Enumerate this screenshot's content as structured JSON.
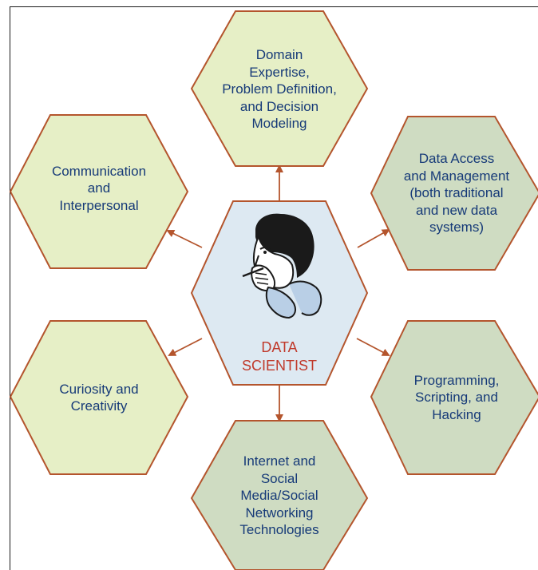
{
  "diagram": {
    "center": {
      "label": "DATA\nSCIENTIST",
      "icon": "thinking-man-icon",
      "fill": "#dde9f2",
      "label_color": "#c0392b"
    },
    "skills": [
      {
        "id": "domain",
        "label": "Domain\nExpertise,\nProblem Definition,\nand Decision\nModeling",
        "fill": "#e6efc6"
      },
      {
        "id": "data-access",
        "label": "Data Access\nand Management\n(both traditional\nand new data\nsystems)",
        "fill": "#cfdcc2"
      },
      {
        "id": "programming",
        "label": "Programming,\nScripting, and\nHacking",
        "fill": "#cfdcc2"
      },
      {
        "id": "internet",
        "label": "Internet and\nSocial\nMedia/Social\nNetworking\nTechnologies",
        "fill": "#cfdcc2"
      },
      {
        "id": "curiosity",
        "label": "Curiosity and\nCreativity",
        "fill": "#e6efc6"
      },
      {
        "id": "communication",
        "label": "Communication\nand\nInterpersonal",
        "fill": "#e6efc6"
      }
    ],
    "colors": {
      "hex_border": "#b4552d",
      "arrow": "#b4552d",
      "text": "#163a78"
    }
  }
}
